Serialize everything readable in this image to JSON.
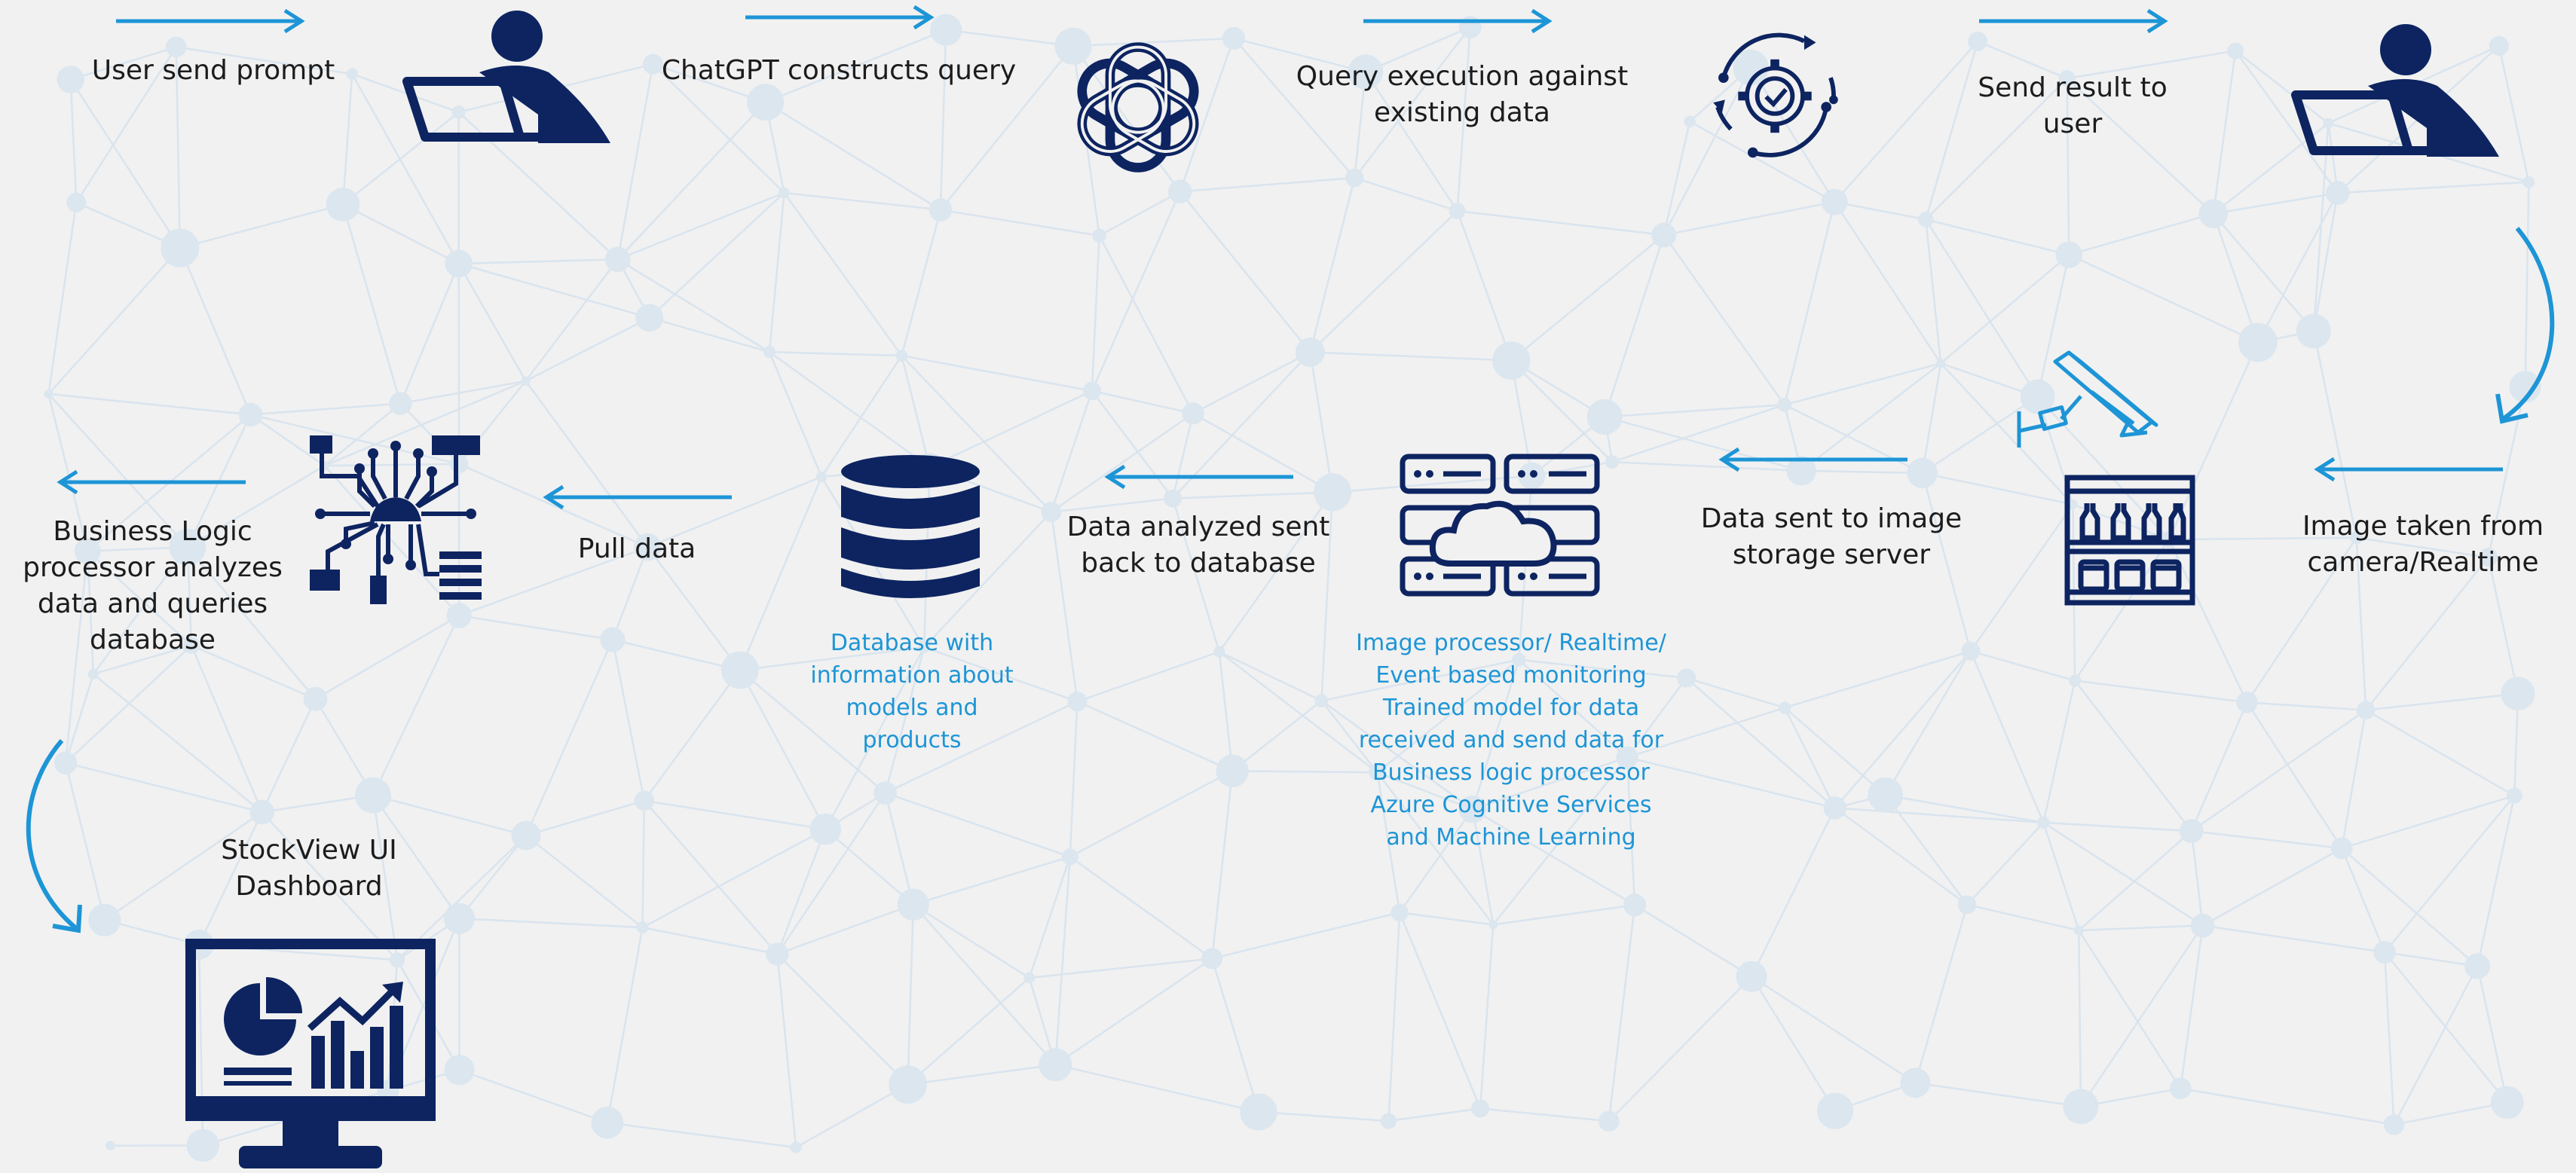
{
  "colors": {
    "navy": "#0d2461",
    "accent": "#1d95d6",
    "background": "#f1f1f1",
    "text": "#1c1c1c"
  },
  "steps": {
    "user_send_prompt": "User send prompt",
    "chatgpt_constructs_query": "ChatGPT constructs query",
    "query_execution": [
      "Query execution against",
      "existing data"
    ],
    "send_result": [
      "Send result to",
      "user"
    ],
    "image_taken": [
      "Image taken from",
      "camera/Realtime"
    ],
    "data_sent_storage": [
      "Data sent to image",
      "storage server"
    ],
    "data_analyzed": [
      "Data analyzed sent",
      "back to database"
    ],
    "pull_data": "Pull data",
    "business_logic": [
      "Business Logic",
      "processor analyzes",
      "data and queries",
      "database"
    ],
    "dashboard": [
      "StockView UI",
      "Dashboard"
    ]
  },
  "notes": {
    "database": [
      "Database with",
      "information about",
      "models and",
      "products"
    ],
    "image_processor": [
      "Image processor/ Realtime/",
      "Event based monitoring",
      "Trained model for data",
      "received and send data for",
      "Business logic processor",
      "Azure Cognitive Services",
      "and Machine Learning"
    ]
  },
  "icons": [
    "user-laptop-icon",
    "chatgpt-logo-icon",
    "gear-cycle-icon",
    "security-camera-icon",
    "store-shelf-icon",
    "cloud-server-icon",
    "database-icon",
    "circuit-chip-icon",
    "dashboard-monitor-icon"
  ]
}
